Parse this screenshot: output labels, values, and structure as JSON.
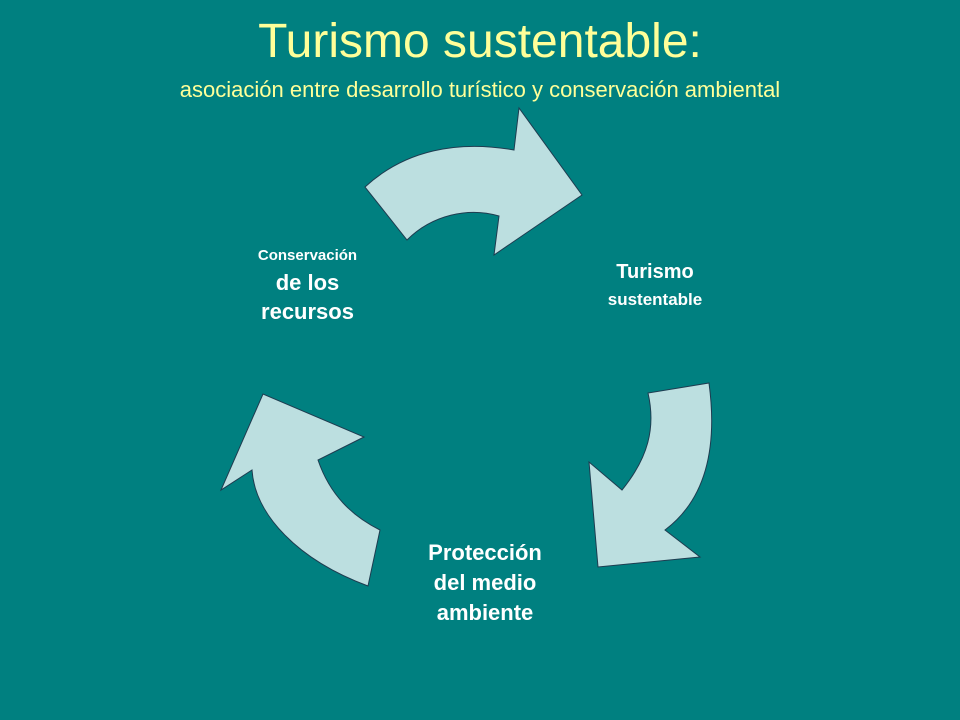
{
  "slide": {
    "title": "Turismo sustentable:",
    "subtitle": "asociación entre desarrollo turístico y conservación ambiental"
  },
  "diagram": {
    "nodes": {
      "turismo": {
        "line1": "Turismo",
        "line2": "sustentable"
      },
      "proteccion": {
        "line1": "Protección",
        "line2": "del medio",
        "line3": "ambiente"
      },
      "conservacion": {
        "line1": "Conservación",
        "line2": "de los",
        "line3": "recursos"
      }
    }
  },
  "colors": {
    "background": "#008080",
    "title_text": "#FFFF99",
    "node_text": "#FFFFFF",
    "arrow_fill": "#BCDFE0",
    "arrow_stroke": "#1E3C50"
  }
}
